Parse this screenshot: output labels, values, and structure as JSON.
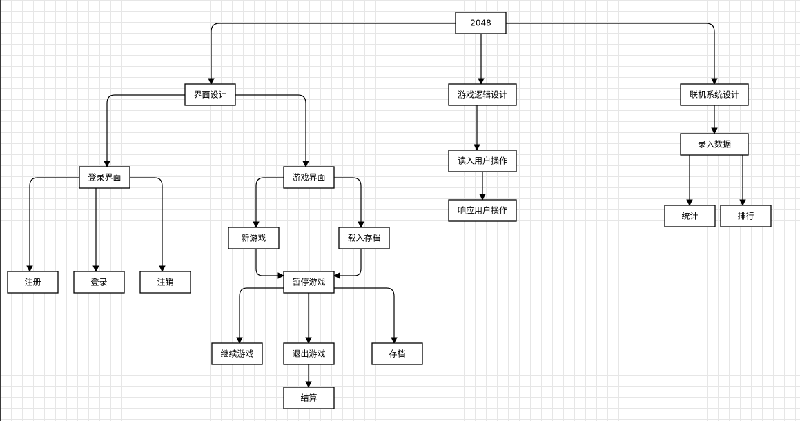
{
  "diagram": {
    "nodes": [
      {
        "id": "root",
        "label": "2048"
      },
      {
        "id": "ui",
        "label": "界面设计"
      },
      {
        "id": "logic",
        "label": "游戏逻辑设计"
      },
      {
        "id": "net",
        "label": "联机系统设计"
      },
      {
        "id": "login-screen",
        "label": "登录界面"
      },
      {
        "id": "game-screen",
        "label": "游戏界面"
      },
      {
        "id": "read-input",
        "label": "读入用户操作"
      },
      {
        "id": "respond-input",
        "label": "响应用户操作"
      },
      {
        "id": "enter-data",
        "label": "录入数据"
      },
      {
        "id": "register",
        "label": "注册"
      },
      {
        "id": "login",
        "label": "登录"
      },
      {
        "id": "logout",
        "label": "注销"
      },
      {
        "id": "new-game",
        "label": "新游戏"
      },
      {
        "id": "load-save",
        "label": "载入存档"
      },
      {
        "id": "pause",
        "label": "暂停游戏"
      },
      {
        "id": "continue",
        "label": "继续游戏"
      },
      {
        "id": "quit",
        "label": "退出游戏"
      },
      {
        "id": "save",
        "label": "存档"
      },
      {
        "id": "settle",
        "label": "结算"
      },
      {
        "id": "stats",
        "label": "统计"
      },
      {
        "id": "rank",
        "label": "排行"
      }
    ],
    "edges": [
      {
        "from": "root",
        "to": "ui"
      },
      {
        "from": "root",
        "to": "logic"
      },
      {
        "from": "root",
        "to": "net"
      },
      {
        "from": "ui",
        "to": "login-screen"
      },
      {
        "from": "ui",
        "to": "game-screen"
      },
      {
        "from": "login-screen",
        "to": "register"
      },
      {
        "from": "login-screen",
        "to": "login"
      },
      {
        "from": "login-screen",
        "to": "logout"
      },
      {
        "from": "game-screen",
        "to": "new-game"
      },
      {
        "from": "game-screen",
        "to": "load-save"
      },
      {
        "from": "new-game",
        "to": "pause"
      },
      {
        "from": "load-save",
        "to": "pause"
      },
      {
        "from": "pause",
        "to": "continue"
      },
      {
        "from": "pause",
        "to": "quit"
      },
      {
        "from": "pause",
        "to": "save"
      },
      {
        "from": "quit",
        "to": "settle"
      },
      {
        "from": "logic",
        "to": "read-input"
      },
      {
        "from": "read-input",
        "to": "respond-input"
      },
      {
        "from": "net",
        "to": "enter-data"
      },
      {
        "from": "enter-data",
        "to": "stats"
      },
      {
        "from": "enter-data",
        "to": "rank"
      }
    ]
  }
}
